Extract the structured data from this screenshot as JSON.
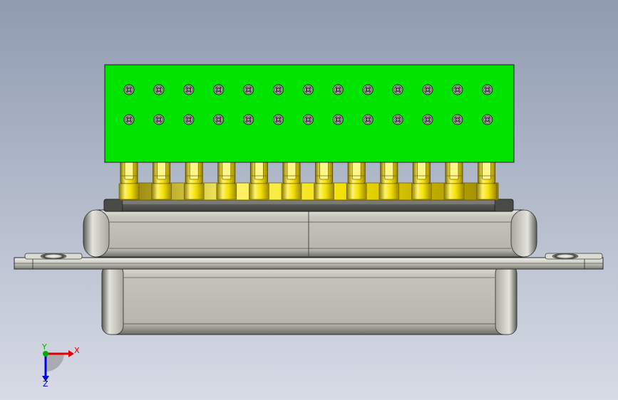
{
  "viewport": {
    "background_top": "#8f9bb0",
    "background_bottom": "#d7dbe6",
    "model": "d-sub-connector"
  },
  "pcb": {
    "color": "#00e400",
    "pin_rows": 2,
    "pins_per_row": 13
  },
  "contacts": {
    "count": 12,
    "color": "#f2e000"
  },
  "shell": {
    "color": "#b8b8b0"
  },
  "triad": {
    "x_label": "X",
    "y_label": "Y",
    "z_label": "Z",
    "x_color": "#e00000",
    "y_color": "#00b000",
    "z_color": "#0000e0"
  }
}
